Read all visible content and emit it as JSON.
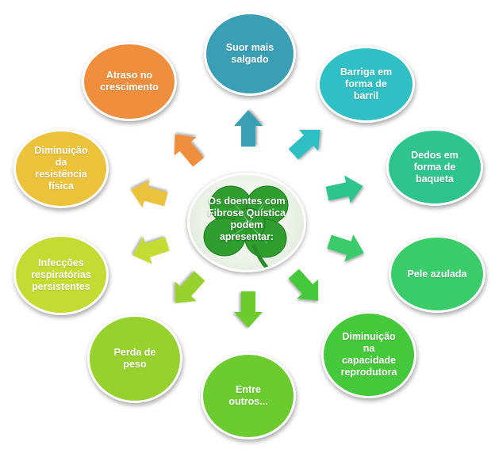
{
  "center": {
    "text": "Os doentes com\nFibrose Quística\npodem\napresentar:"
  },
  "nodes": [
    {
      "label": "Suor mais\nsalgado",
      "color": "#3a9fb4"
    },
    {
      "label": "Barriga em\nforma de\nbarril",
      "color": "#2fbfc4"
    },
    {
      "label": "Dedos em\nforma de\nbaqueta",
      "color": "#2fc48e"
    },
    {
      "label": "Pele azulada",
      "color": "#3acb6b"
    },
    {
      "label": "Diminuição\nna\ncapacidade\nreprodutora",
      "color": "#45c83a"
    },
    {
      "label": "Entre\noutros...",
      "color": "#6ccc2f"
    },
    {
      "label": "Perda de\npeso",
      "color": "#97d12e"
    },
    {
      "label": "Infecções\nrespiratórias\npersistentes",
      "color": "#c4db33"
    },
    {
      "label": "Diminuição\nda\nresistência\nfísica",
      "color": "#ebc23a"
    },
    {
      "label": "Atraso no\ncrescimento",
      "color": "#ef8f3d"
    }
  ]
}
